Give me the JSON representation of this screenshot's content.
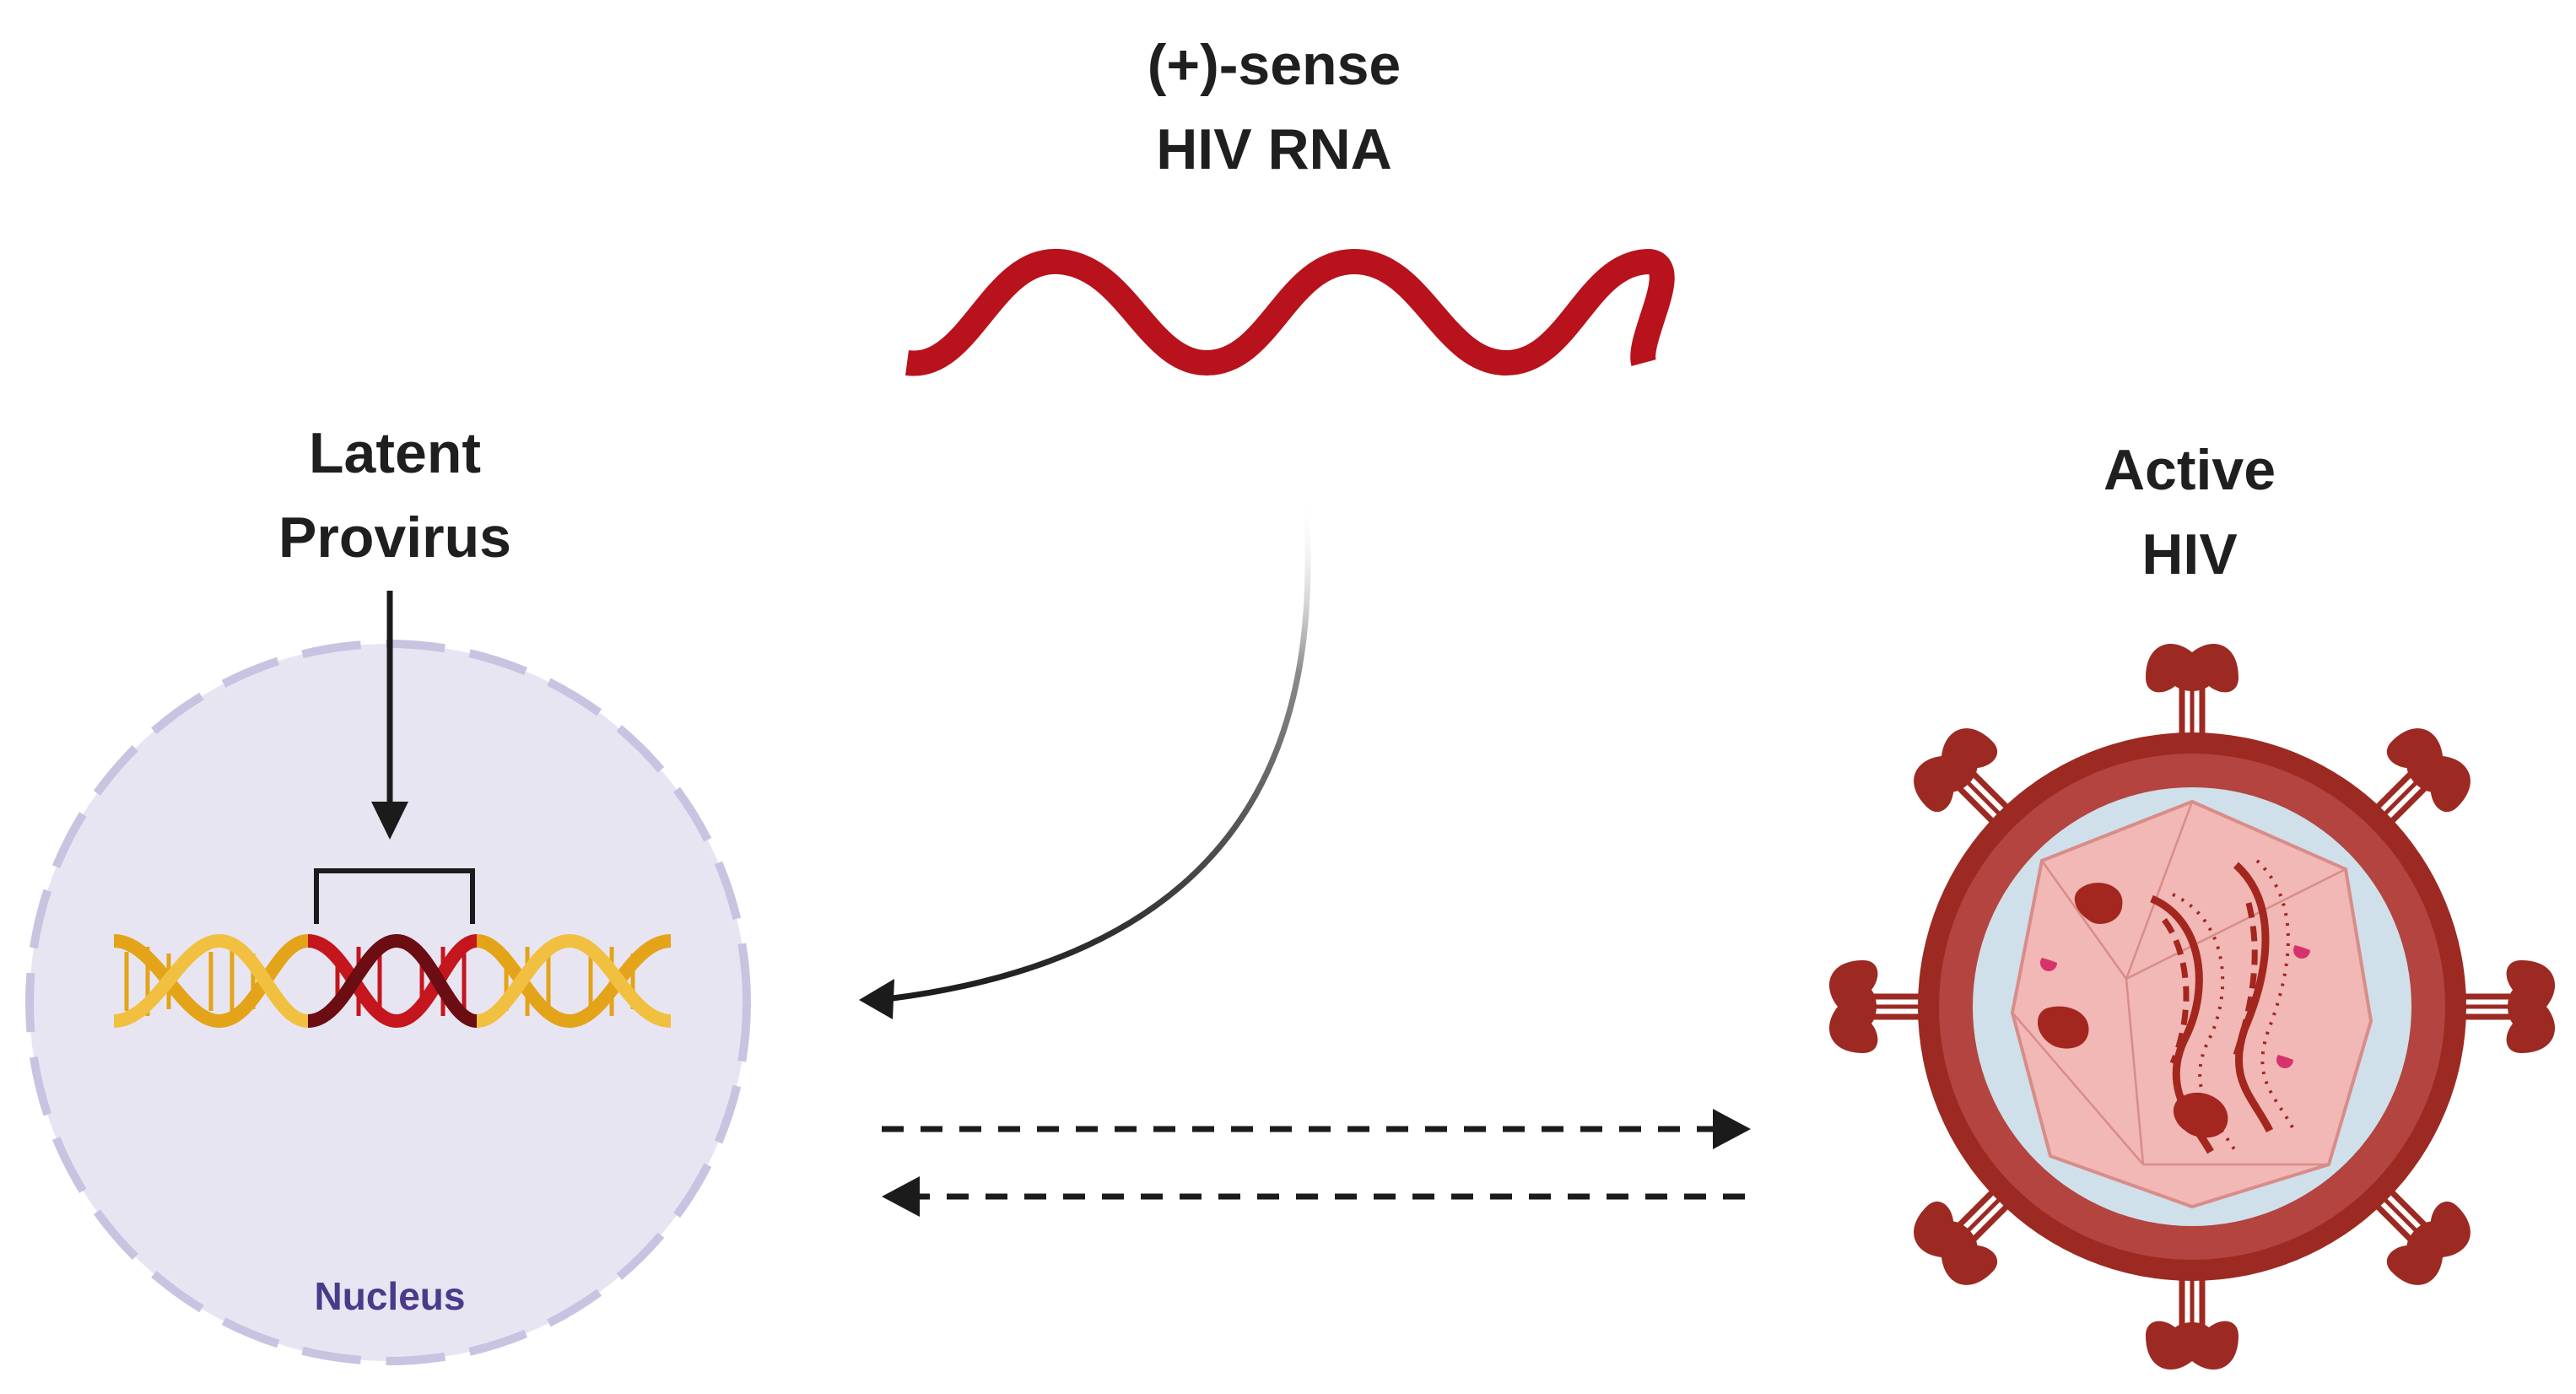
{
  "labels": {
    "rna_line1": "(+)-sense",
    "rna_line2": "HIV RNA",
    "latent_line1": "Latent",
    "latent_line2": "Provirus",
    "active_line1": "Active",
    "active_line2": "HIV",
    "nucleus": "Nucleus"
  },
  "colors": {
    "rna": "#b8121c",
    "nucleus_fill": "#e8e5f3",
    "nucleus_border": "#c9c3e2",
    "dna_gold": "#e3a41a",
    "dna_red": "#c4161c",
    "dna_dark": "#6b0d12",
    "virus_dark": "#9c2a22",
    "virus_ring": "#b3443f",
    "virus_inner": "#cfe0ea",
    "capsid": "#f1b8b5",
    "arrow": "#1b1b1b"
  }
}
